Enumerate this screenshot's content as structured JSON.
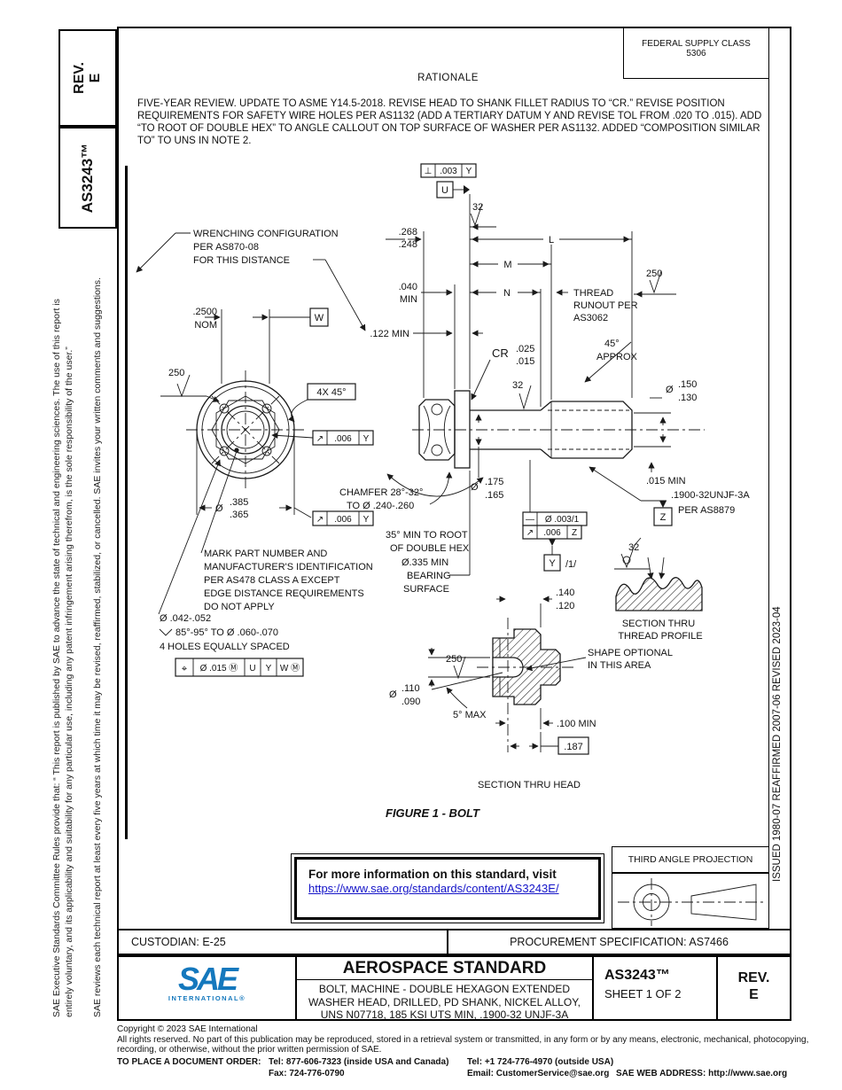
{
  "side": {
    "rev_label": "REV.",
    "rev_value": "E",
    "doc_number": "AS3243™",
    "notice1a": "SAE Executive Standards Committee Rules provide that: “ This report is published by SAE to advance the state of technical and engineering sciences. The use of this report is",
    "notice1b": "entirely voluntary, and its applicability and suitability for any particular use, including any patent infringement arising therefrom, is the sole responsibility of the user.”",
    "notice2": "SAE reviews each technical report at least every five years at which time it may be revised, reaffirmed, stabilized, or cancelled. SAE invites your written comments and suggestions.",
    "issue_strip": "ISSUED 1980-07    REAFFIRMED 2007-06    REVISED 2023-04"
  },
  "header": {
    "fsc_line1": "FEDERAL SUPPLY CLASS",
    "fsc_line2": "5306",
    "rationale_title": "RATIONALE",
    "rationale_text": "FIVE-YEAR REVIEW. UPDATE TO ASME Y14.5-2018. REVISE HEAD TO SHANK FILLET RADIUS TO “CR.” REVISE POSITION REQUIREMENTS FOR SAFETY WIRE HOLES PER AS1132 (ADD A TERTIARY DATUM Y AND REVISE TOL FROM .020 TO .015). ADD “TO ROOT OF DOUBLE HEX” TO ANGLE CALLOUT ON TOP SURFACE OF WASHER PER AS1132. ADDED “COMPOSITION SIMILAR TO” TO UNS IN NOTE 2."
  },
  "drawing": {
    "wrench_note": [
      "WRENCHING CONFIGURATION",
      "PER AS870-08",
      "FOR THIS DISTANCE"
    ],
    "nom": [
      ".2500",
      "NOM"
    ],
    "datum_w": "W",
    "datum_u": "U",
    "datum_z": "Z",
    "f250": "250",
    "f32": "32",
    "chamfer4x": "4X 45°",
    "runout_frame": {
      "sym": "↗",
      "tol": ".006",
      "datum": "Y"
    },
    "perp_frame": {
      "sym": "⊥",
      "tol": ".003",
      "datum": "Y"
    },
    "dia385": {
      "d": "Ø",
      "hi": ".385",
      "lo": ".365"
    },
    "chamfer_note": [
      "CHAMFER 28°-32°",
      "TO Ø .240-.260"
    ],
    "hex35_note": [
      "35° MIN TO ROOT",
      "OF DOUBLE HEX"
    ],
    "bearing_note": [
      "Ø.335 MIN",
      "BEARING",
      "SURFACE"
    ],
    "mark_note": [
      "MARK PART NUMBER AND",
      "MANUFACTURER'S IDENTIFICATION",
      "PER AS478 CLASS A EXCEPT",
      "EDGE DISTANCE REQUIREMENTS",
      "DO NOT APPLY"
    ],
    "holes_note": [
      "Ø .042-.052",
      "85°-95° TO Ø .060-.070",
      "4 HOLES EQUALLY SPACED"
    ],
    "pos_frame": [
      "⌖",
      "Ø .015 Ⓜ",
      "U",
      "Y",
      "W Ⓜ"
    ],
    "dim268": [
      ".268",
      ".248"
    ],
    "dim040": [
      ".040",
      "MIN"
    ],
    "dim122": ".122 MIN",
    "dimL": "L",
    "dimM": "M",
    "dimN": "N",
    "runout_note": [
      "THREAD",
      "RUNOUT PER",
      "AS3062"
    ],
    "approx45": [
      "45°",
      "APPROX"
    ],
    "cr_label": "CR",
    "cr_vals": [
      ".025",
      ".015"
    ],
    "dia175": {
      "d": "Ø",
      "hi": ".175",
      "lo": ".165"
    },
    "dia150": {
      "d": "Ø",
      "hi": ".150",
      "lo": ".130"
    },
    "min015": ".015 MIN",
    "thread_callout": [
      ".1900-32UNJF-3A",
      "PER AS8879"
    ],
    "straight_frame": {
      "sym": "—",
      "tol": "Ø .003/1"
    },
    "runout_frame_z": {
      "sym": "↗",
      "tol": ".006",
      "datum": "Z"
    },
    "y_ref": "/1/",
    "dim140": [
      ".140",
      ".120"
    ],
    "section_thread": [
      "SECTION THRU",
      "THREAD PROFILE"
    ],
    "shape_note": [
      "SHAPE OPTIONAL",
      "IN THIS AREA"
    ],
    "dia110": {
      "d": "Ø",
      "hi": ".110",
      "lo": ".090"
    },
    "max5": "5° MAX",
    "min100": ".100 MIN",
    "basic187": ".187",
    "section_head": "SECTION THRU HEAD",
    "caption": "FIGURE 1 - BOLT"
  },
  "info_box": {
    "line1": "For more information on this standard, visit",
    "link_text": "https://www.sae.org/standards/content/AS3243E/",
    "link_url": "https://www.sae.org/standards/content/AS3243E/"
  },
  "projection": {
    "title": "THIRD ANGLE PROJECTION"
  },
  "title_block": {
    "custodian": "CUSTODIAN: E-25",
    "procurement": "PROCUREMENT SPECIFICATION: AS7466",
    "logo_text": "SAE",
    "logo_sub": "INTERNATIONAL®",
    "standard_type": "AEROSPACE STANDARD",
    "title_line1": "BOLT, MACHINE - DOUBLE HEXAGON EXTENDED",
    "title_line2": "WASHER HEAD, DRILLED, PD SHANK, NICKEL ALLOY,",
    "title_line3": "UNS N07718, 185 KSI UTS MIN, .1900-32 UNJF-3A",
    "doc_number": "AS3243™",
    "sheet": "SHEET 1 OF 2",
    "rev_label": "REV.",
    "rev_value": "E"
  },
  "footer": {
    "copyright": "Copyright © 2023 SAE International",
    "rights": "All rights reserved. No part of this publication may be reproduced, stored in a retrieval system or transmitted, in any form or by any means, electronic, mechanical, photocopying, recording, or otherwise, without the prior written permission of SAE.",
    "order_label": "TO PLACE A DOCUMENT ORDER:",
    "tel1": "Tel: 877-606-7323 (inside USA and Canada)",
    "tel2": "Tel: +1 724-776-4970 (outside USA)",
    "fax": "Fax: 724-776-0790",
    "email": "Email: CustomerService@sae.org",
    "web": "SAE WEB ADDRESS: http://www.sae.org"
  }
}
